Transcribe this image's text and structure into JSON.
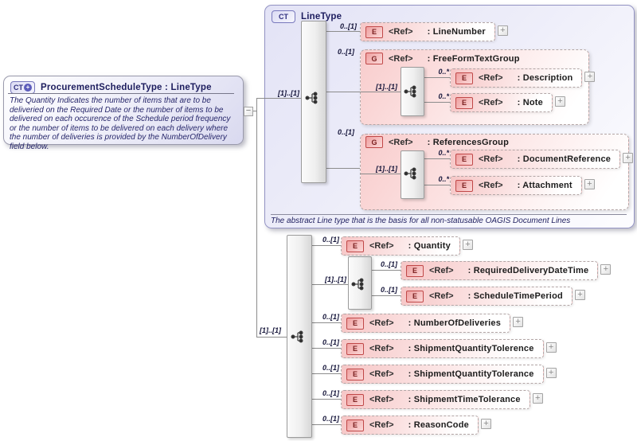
{
  "colors": {
    "type_box_fill": "#e3e3f6",
    "type_box_border": "#9494c4",
    "element_fill": "#f6c6c6",
    "element_badge_border": "#c04848",
    "connector_line": "#8c8c8c"
  },
  "glyphs": {
    "expand": "+",
    "collapse": "−"
  },
  "left_box": {
    "badge": "CT",
    "badge_plus": "+",
    "title": "ProcurementScheduleType : LineType",
    "annotation": "The Quantity Indicates the number of items that are to be deliveried on the Required Date or the number of items to be delivered on each occurence of the Schedule period frequency or the number of items to be delivered on each delivery where the number of deliveries is provided by the NumberOfDelivery field below."
  },
  "linetype": {
    "badge": "CT",
    "title": "LineType",
    "entry_cardinality": "[1]..[1]",
    "caption": "The abstract Line type that is the basis for all non-statusable OAGIS Document Lines",
    "line_number": {
      "badge": "E",
      "ref": "<Ref>",
      "name": ": LineNumber",
      "cardinality": "0..[1]"
    },
    "freeform_text_group": {
      "badge": "G",
      "ref": "<Ref>",
      "name": ": FreeFormTextGroup",
      "cardinality": "0..[1]",
      "inner_cardinality": "[1]..[1]",
      "description": {
        "badge": "E",
        "ref": "<Ref>",
        "name": ": Description",
        "cardinality": "0..*"
      },
      "note": {
        "badge": "E",
        "ref": "<Ref>",
        "name": ": Note",
        "cardinality": "0..*"
      }
    },
    "references_group": {
      "badge": "G",
      "ref": "<Ref>",
      "name": ": ReferencesGroup",
      "cardinality": "0..[1]",
      "inner_cardinality": "[1]..[1]",
      "document_reference": {
        "badge": "E",
        "ref": "<Ref>",
        "name": ": DocumentReference",
        "cardinality": "0..*"
      },
      "attachment": {
        "badge": "E",
        "ref": "<Ref>",
        "name": ": Attachment",
        "cardinality": "0..*"
      }
    }
  },
  "own_content": {
    "entry_cardinality": "[1]..[1]",
    "quantity": {
      "badge": "E",
      "ref": "<Ref>",
      "name": ": Quantity",
      "cardinality": "0..[1]"
    },
    "delivery_sequence": {
      "cardinality": "[1]..[1]",
      "required_delivery_date_time": {
        "badge": "E",
        "ref": "<Ref>",
        "name": ": RequiredDeliveryDateTime",
        "cardinality": "0..[1]"
      },
      "schedule_time_period": {
        "badge": "E",
        "ref": "<Ref>",
        "name": ": ScheduleTimePeriod",
        "cardinality": "0..[1]"
      }
    },
    "number_of_deliveries": {
      "badge": "E",
      "ref": "<Ref>",
      "name": ": NumberOfDeliveries",
      "cardinality": "0..[1]"
    },
    "shipment_quantity_tolerence": {
      "badge": "E",
      "ref": "<Ref>",
      "name": ": ShipmentQuantityTolerence",
      "cardinality": "0..[1]"
    },
    "shipment_quantity_tolerance": {
      "badge": "E",
      "ref": "<Ref>",
      "name": ": ShipmentQuantityTolerance",
      "cardinality": "0..[1]"
    },
    "shipmemt_time_tolerance": {
      "badge": "E",
      "ref": "<Ref>",
      "name": ": ShipmemtTimeTolerance",
      "cardinality": "0..[1]"
    },
    "reason_code": {
      "badge": "E",
      "ref": "<Ref>",
      "name": ": ReasonCode",
      "cardinality": "0..[1]"
    }
  }
}
